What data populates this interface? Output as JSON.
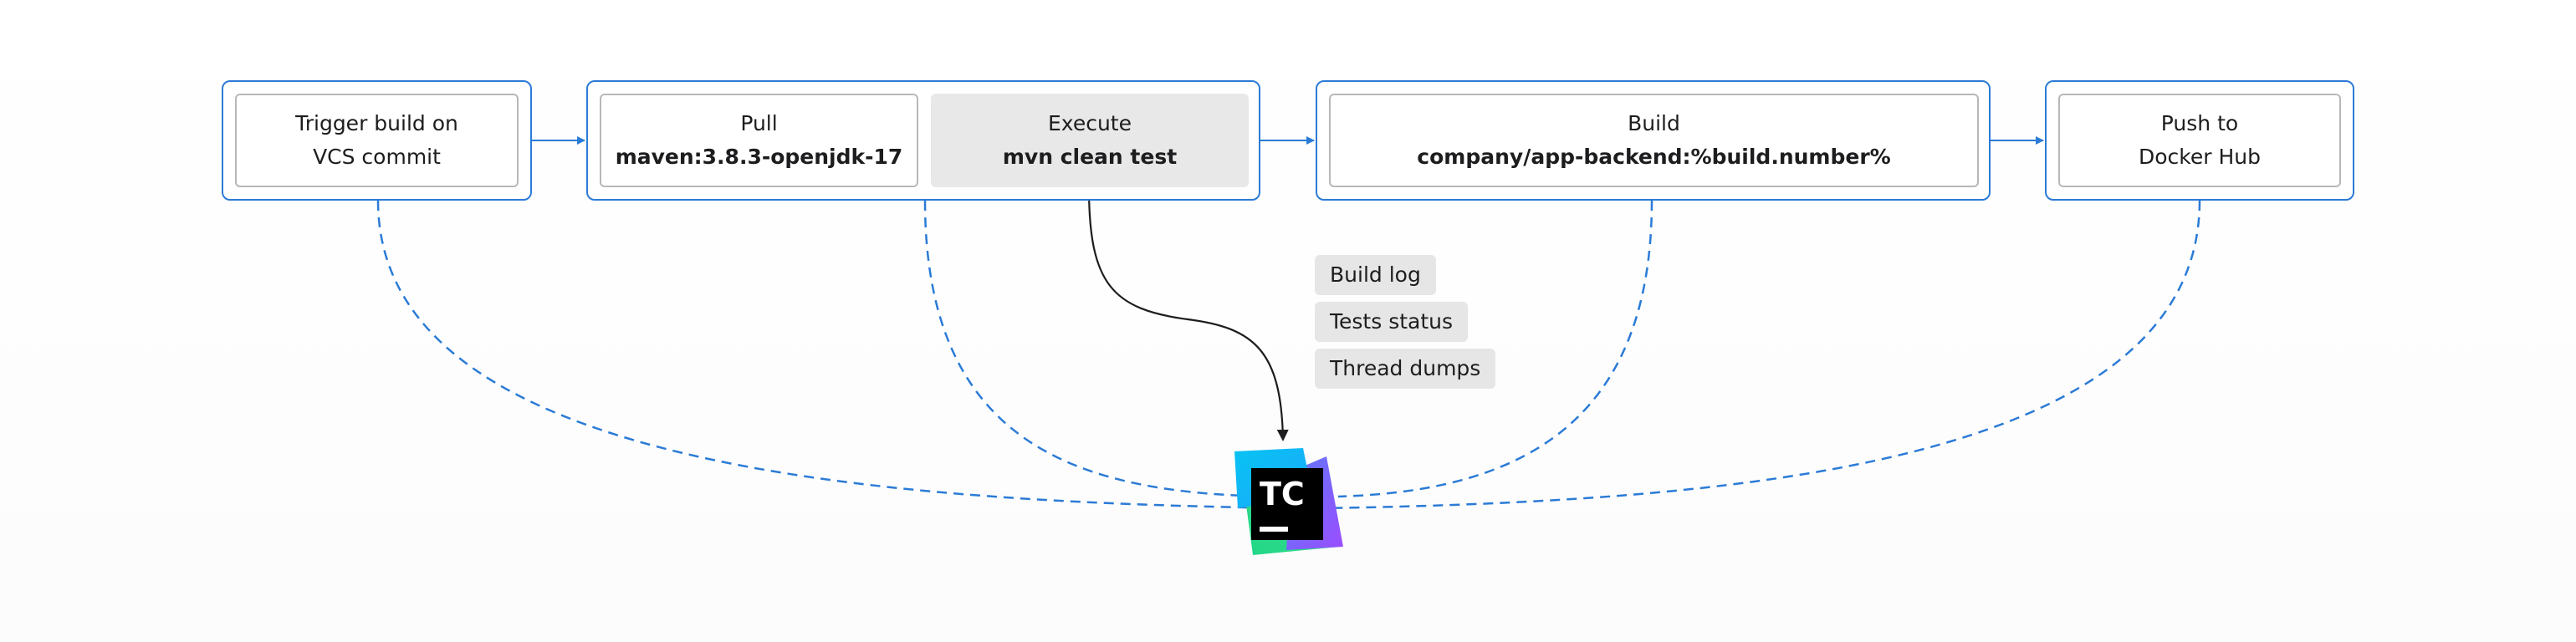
{
  "stages": {
    "trigger": {
      "line1": "Trigger build on",
      "line2": "VCS commit"
    },
    "pull": {
      "title": "Pull",
      "value": "maven:3.8.3-openjdk-17"
    },
    "execute": {
      "title": "Execute",
      "value": "mvn clean test"
    },
    "build": {
      "title": "Build",
      "value": "company/app-backend:%build.number%"
    },
    "push": {
      "line1": "Push to",
      "line2": "Docker Hub"
    }
  },
  "tags": [
    "Build log",
    "Tests status",
    "Thread dumps"
  ],
  "logo": {
    "text": "TC"
  },
  "colors": {
    "accent": "#2b7bd6",
    "box_border": "#b8b8b8",
    "shaded_box": "#e8e8e8",
    "tag_bg": "#e6e6e6"
  }
}
